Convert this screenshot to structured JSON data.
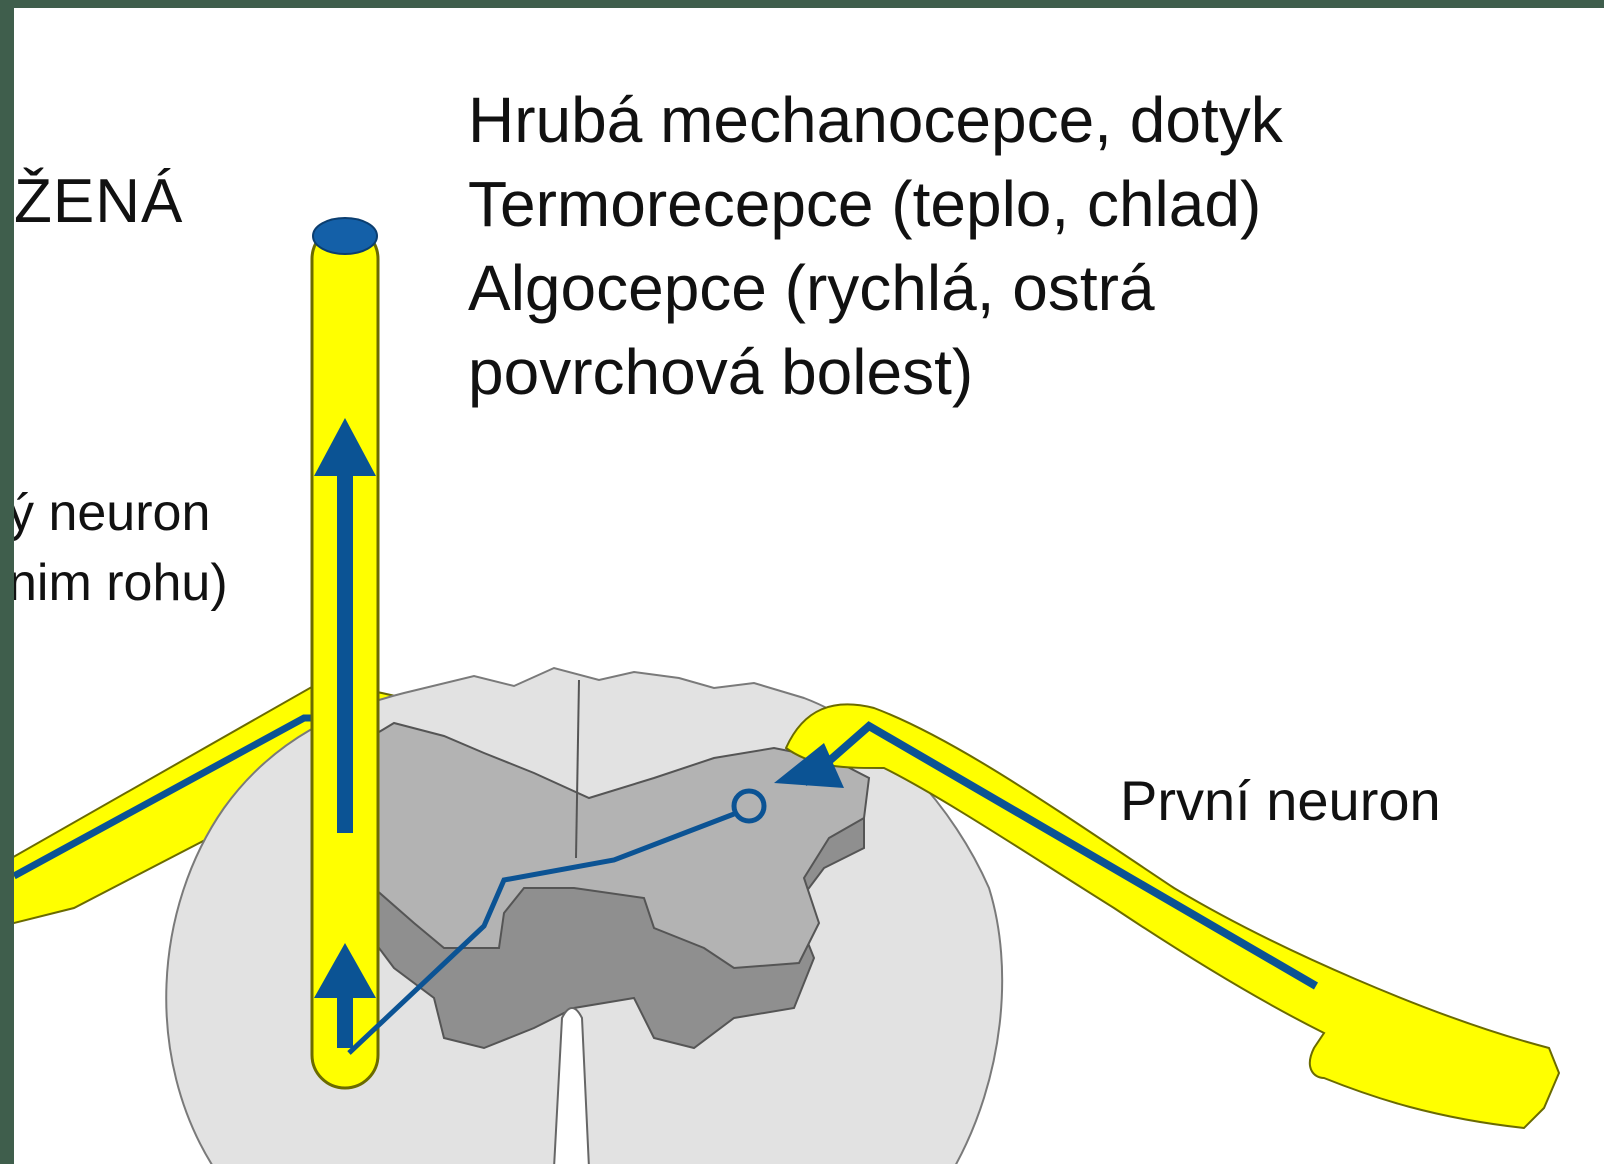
{
  "slide": {
    "title_fragment": "ŽENÁ",
    "modalities": [
      "Hrubá mechanocepce, dotyk",
      "Termorecepce (teplo, chlad)",
      "Algocepce (rychlá, ostrá",
      "povrchová bolest)"
    ],
    "second_neuron": [
      "ý neuron",
      "nim rohu)"
    ],
    "first_neuron": "První neuron"
  },
  "colors": {
    "background": "#3f5e4c",
    "slide": "#ffffff",
    "fiber_yellow": "#ffff00",
    "pathway_blue": "#0b5394",
    "white_matter": "#e2e2e2",
    "grey_matter": "#b3b3b3",
    "grey_matter_shadow": "#8f8f8f"
  }
}
